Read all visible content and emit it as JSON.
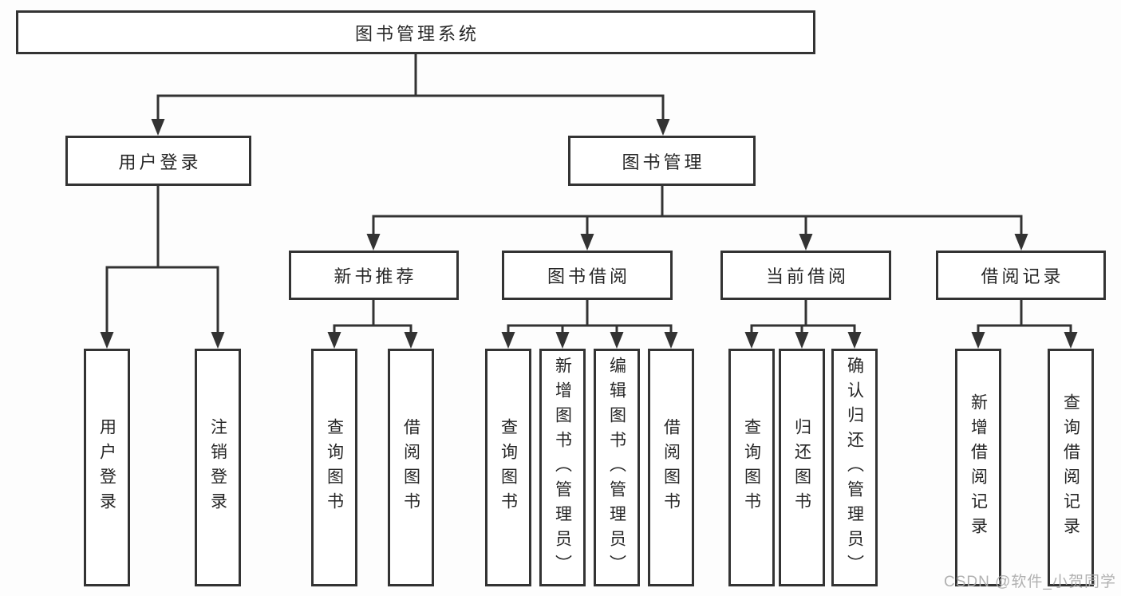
{
  "colors": {
    "line": "#333333",
    "text": "#262626",
    "watermark": "#ababab",
    "background": "#fdfdfd"
  },
  "tree": {
    "root": {
      "label": "图书管理系统"
    },
    "branches": [
      {
        "label": "用户登录",
        "children": [
          {
            "label": "用户登录"
          },
          {
            "label": "注销登录"
          }
        ]
      },
      {
        "label": "图书管理",
        "children": [
          {
            "label": "新书推荐",
            "children": [
              {
                "label": "查询图书"
              },
              {
                "label": "借阅图书"
              }
            ]
          },
          {
            "label": "图书借阅",
            "children": [
              {
                "label": "查询图书"
              },
              {
                "label": "新增图书（管理员）"
              },
              {
                "label": "编辑图书（管理员）"
              },
              {
                "label": "借阅图书"
              }
            ]
          },
          {
            "label": "当前借阅",
            "children": [
              {
                "label": "查询图书"
              },
              {
                "label": "归还图书"
              },
              {
                "label": "确认归还（管理员）"
              }
            ]
          },
          {
            "label": "借阅记录",
            "children": [
              {
                "label": "新增借阅记录"
              },
              {
                "label": "查询借阅记录"
              }
            ]
          }
        ]
      }
    ]
  },
  "watermark": {
    "text": "CSDN @软件_小贺同学"
  }
}
